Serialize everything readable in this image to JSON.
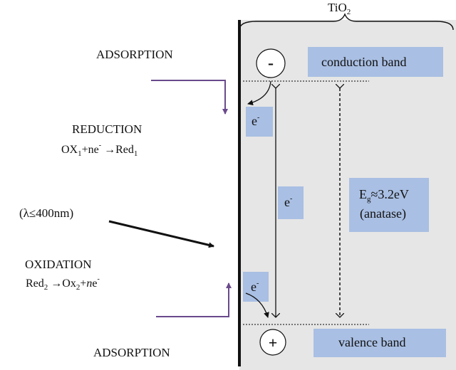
{
  "title": {
    "text": "TiO",
    "sub": "2"
  },
  "labels": {
    "adsorption_top": "ADSORPTION",
    "reduction": "REDUCTION",
    "oxidation": "OXIDATION",
    "adsorption_bottom": "ADSORPTION",
    "wavelength": "(λ≤400nm)"
  },
  "reduction_equation": {
    "ox": "OX",
    "ox_sub": "1",
    "plus_n": "+ne",
    "minus": "-",
    "arrow": "→",
    "red": "Red",
    "red_sub": "1"
  },
  "oxidation_equation": {
    "red": "Red",
    "red_sub": "2",
    "arrow": "→",
    "ox": "Ox",
    "ox_sub": "2",
    "plus": "+",
    "n": "n",
    "e": "e",
    "minus": "-"
  },
  "bands": {
    "conduction": "conduction band",
    "valence": "valence band",
    "gap_symbol": "E",
    "gap_sub": "g",
    "gap_value": "≈3.2eV",
    "gap_phase": "(anatase)"
  },
  "charges": {
    "hole": "-",
    "electron_site": "+"
  },
  "electrons": {
    "e_top_base": "e",
    "e_top_sup": "-",
    "e_mid_base": "e",
    "e_mid_sup": "-",
    "e_bot_base": "e",
    "e_bot_sup": "-"
  },
  "colors": {
    "semiconductor_bg": "#e6e6e6",
    "label_box": "#a9bfe3",
    "adsorption_arrow": "#6a4a8c",
    "electrode": "#111111",
    "arrow_black": "#111111"
  }
}
